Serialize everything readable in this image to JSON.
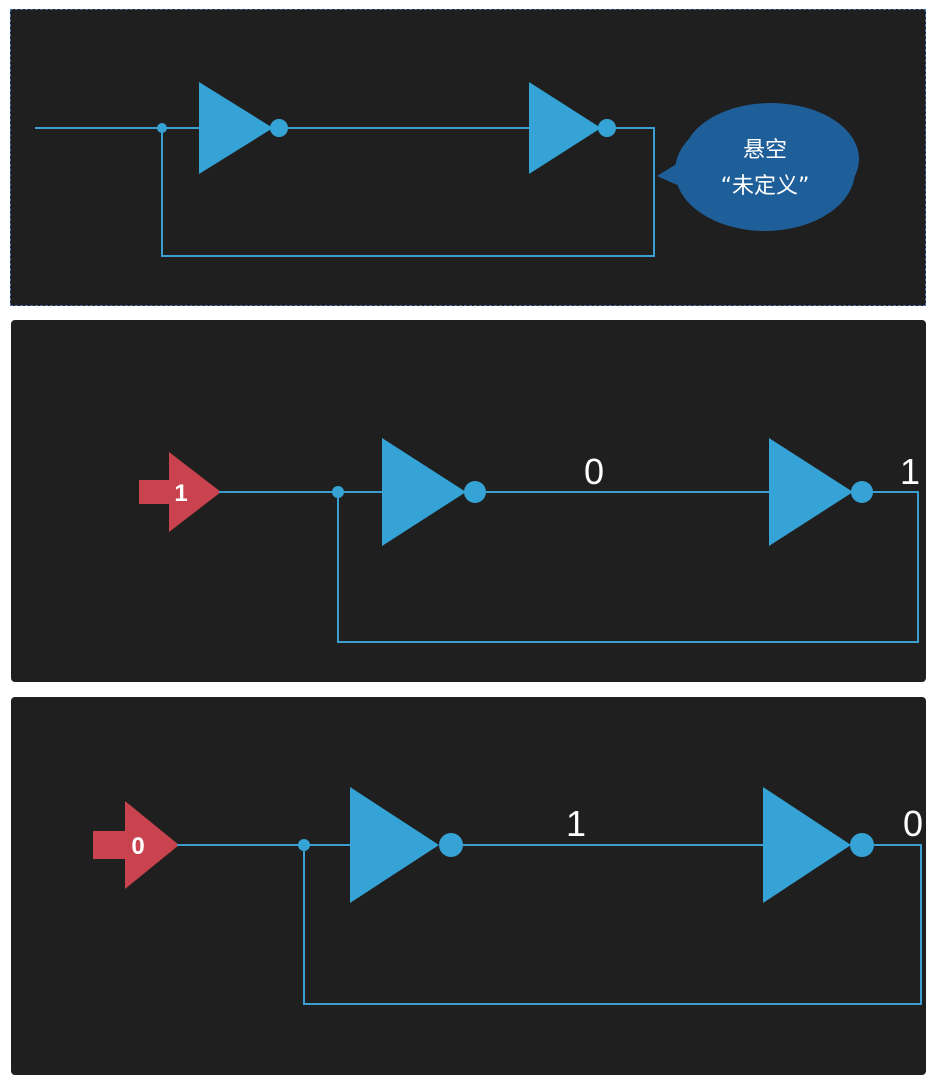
{
  "colors": {
    "background": "#1f1f1f",
    "wire": "#3a9fd0",
    "gate": "#35a3d6",
    "input_arrow": "#c8434d",
    "bubble": "#1f5f99",
    "text": "#ffffff"
  },
  "panels": [
    {
      "bubble": {
        "line1": "悬空",
        "line2": "“未定义”"
      }
    },
    {
      "input_value": "1",
      "mid_label": "0",
      "out_label": "1"
    },
    {
      "input_value": "0",
      "mid_label": "1",
      "out_label": "0"
    }
  ]
}
